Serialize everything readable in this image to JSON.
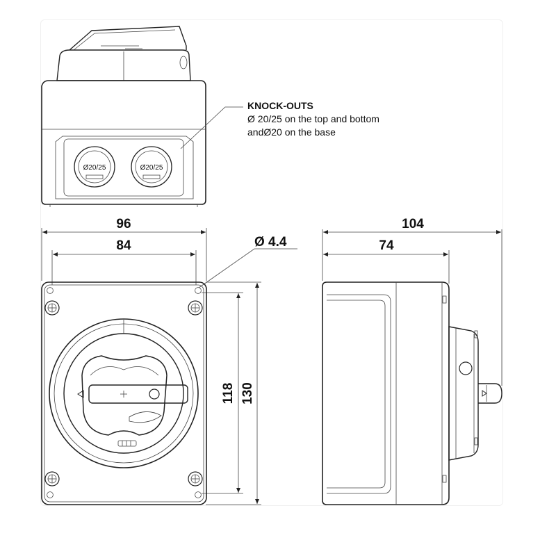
{
  "annotation": {
    "title": "KNOCK-OUTS",
    "line1": "Ø 20/25 on the top and bottom",
    "line2": "andØ20 on the base"
  },
  "knockout_label": "Ø20/25",
  "dimensions": {
    "front_outer_width": "96",
    "front_inner_width": "84",
    "hole_diameter": "Ø 4.4",
    "inner_height": "118",
    "outer_height": "130",
    "side_outer_depth": "104",
    "side_body_depth": "74"
  }
}
